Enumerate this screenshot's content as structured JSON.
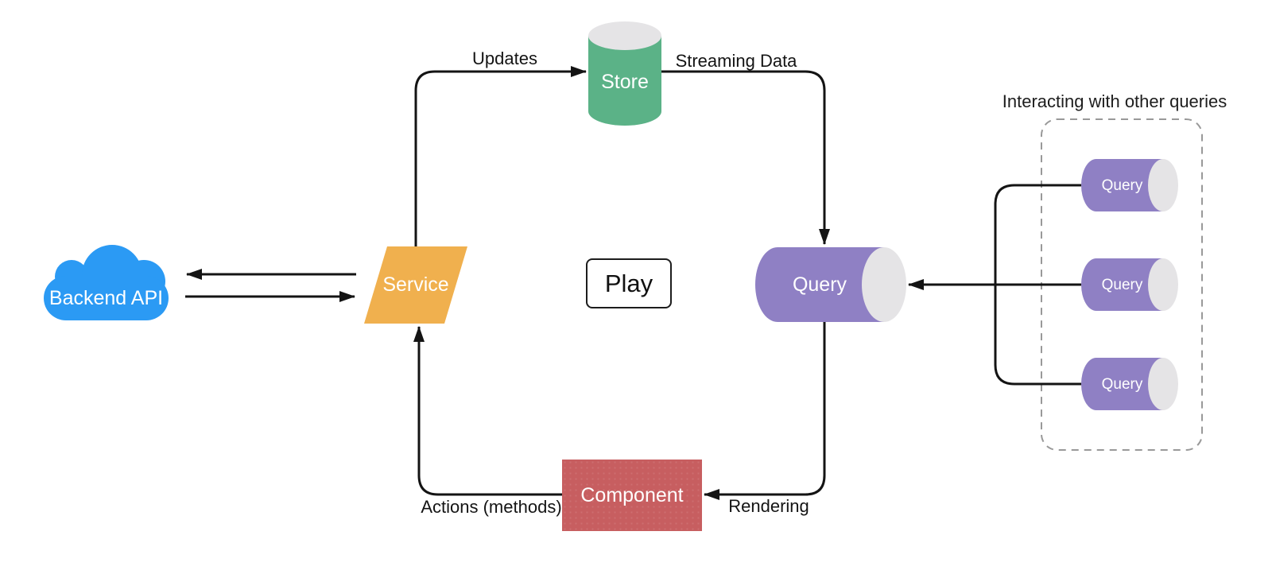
{
  "diagram": {
    "background": "#ffffff",
    "line_color": "#141414",
    "dashed_box_color": "#999999"
  },
  "nodes": {
    "backend_api": {
      "label": "Backend API",
      "shape": "cloud",
      "color": "#2B9AF4"
    },
    "service": {
      "label": "Service",
      "shape": "parallelogram",
      "color": "#F0B04E"
    },
    "store": {
      "label": "Store",
      "shape": "cylinder-vertical",
      "color": "#5BB287",
      "cap_color": "#E5E4E6"
    },
    "query": {
      "label": "Query",
      "shape": "cylinder-horizontal",
      "color": "#8F80C4",
      "cap_color": "#E5E4E6"
    },
    "component": {
      "label": "Component",
      "shape": "rectangle",
      "color": "#C75E60"
    },
    "play": {
      "label": "Play",
      "shape": "button",
      "border_color": "#1d1d1d"
    }
  },
  "edges": {
    "updates": {
      "label": "Updates",
      "from": "service",
      "to": "store"
    },
    "streaming_data": {
      "label": "Streaming Data",
      "from": "store",
      "to": "query"
    },
    "rendering": {
      "label": "Rendering",
      "from": "query",
      "to": "component"
    },
    "actions_methods": {
      "label": "Actions (methods)",
      "from": "component",
      "to": "service"
    },
    "service_to_api": {
      "from": "service",
      "to": "backend_api"
    },
    "api_to_service": {
      "from": "backend_api",
      "to": "service"
    },
    "other_queries_to_query": {
      "from": "other_queries_group",
      "to": "query"
    }
  },
  "other_queries_group": {
    "title": "Interacting with other queries",
    "items": [
      {
        "label": "Query",
        "color": "#8F80C4"
      },
      {
        "label": "Query",
        "color": "#8F80C4"
      },
      {
        "label": "Query",
        "color": "#8F80C4"
      }
    ]
  }
}
